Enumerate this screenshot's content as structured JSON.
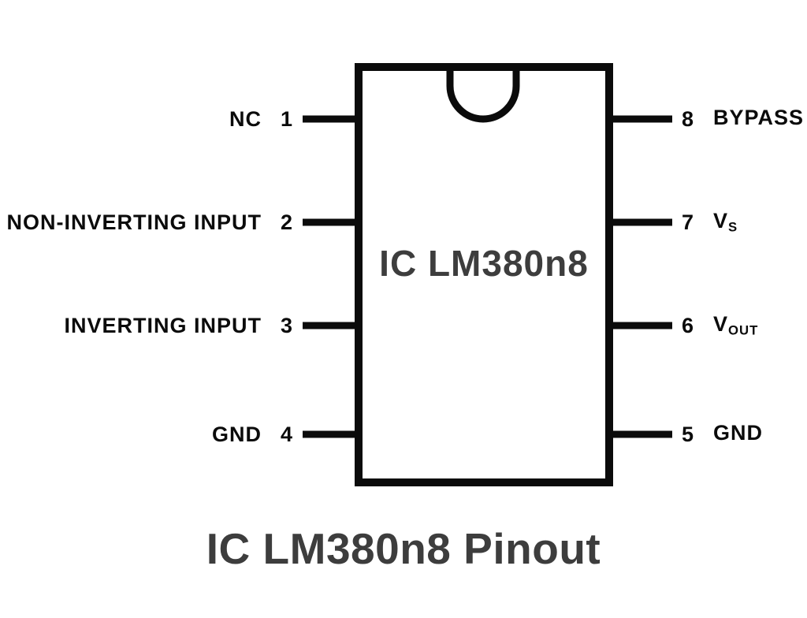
{
  "title": "IC LM380n8 Pinout",
  "chip": {
    "label": "IC LM380n8"
  },
  "pins": {
    "left": [
      {
        "number": "1",
        "label": "NC"
      },
      {
        "number": "2",
        "label": "NON-INVERTING INPUT"
      },
      {
        "number": "3",
        "label": "INVERTING INPUT"
      },
      {
        "number": "4",
        "label": "GND"
      }
    ],
    "right": [
      {
        "number": "8",
        "label": "BYPASS"
      },
      {
        "number": "7",
        "label": "V",
        "sub": "S"
      },
      {
        "number": "6",
        "label": "V",
        "sub": "OUT"
      },
      {
        "number": "5",
        "label": "GND"
      }
    ]
  },
  "colors": {
    "ink": "#0b0b0b",
    "heading": "#3d3d3d",
    "background": "#ffffff"
  }
}
